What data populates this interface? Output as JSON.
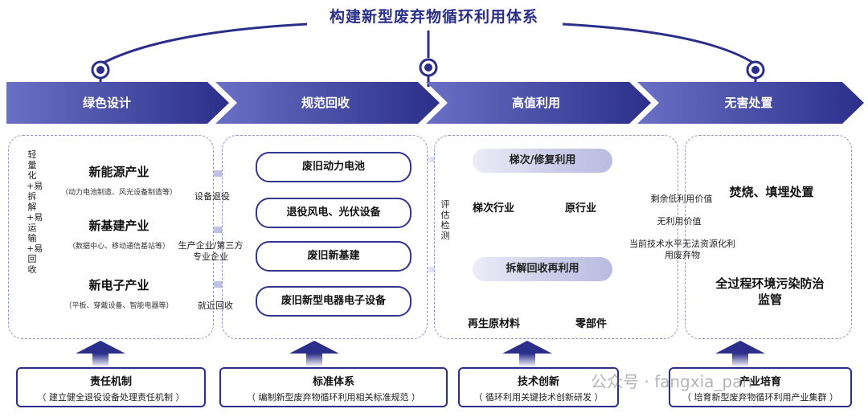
{
  "title": "构建新型废弃物循环利用体系",
  "stages": [
    "绿色设计",
    "规范回收",
    "高值利用",
    "无害处置"
  ],
  "design": {
    "vertical_text": "轻量化+易拆解+易运输+易回收",
    "industries": [
      {
        "name": "新能源产业",
        "sub": "（动力电池制造、风光设备制造等）"
      },
      {
        "name": "新基建产业",
        "sub": "（数据中心、移动通信基站等）"
      },
      {
        "name": "新电子产业",
        "sub": "（平板、穿戴设备、智能电器等）"
      }
    ],
    "arrow_labels": [
      "设备退役",
      "生产企业/第三方专业企业",
      "就近回收"
    ]
  },
  "recycle": {
    "items": [
      "废旧动力电池",
      "退役风电、光伏设备",
      "废旧新基建",
      "废旧新型电器电子设备"
    ]
  },
  "utilize": {
    "evaluate": "评估检测",
    "cascade": "梯次/修复利用",
    "cascade_children": [
      "梯次行业",
      "原行业"
    ],
    "dismantle": "拆解回收再利用",
    "dismantle_children": [
      "再生原材料",
      "零部件"
    ]
  },
  "dispose": {
    "labels": [
      "剩余低利用价值",
      "无利用价值",
      "当前技术水平无法资源化利用废弃物"
    ],
    "incineration": "焚烧、填埋处置",
    "monitoring": "全过程环境污染防治监管"
  },
  "foundations": [
    {
      "title": "责任机制",
      "desc": "（ 建立健全退役设备处理责任机制 ）"
    },
    {
      "title": "标准体系",
      "desc": "（ 编制新型废弃物循环利用相关标准规范 ）"
    },
    {
      "title": "技术创新",
      "desc": "（ 循环利用关键技术创新研发 ）"
    },
    {
      "title": "产业培育",
      "desc": "（ 培育新型废弃物循环利用产业集群 ）"
    }
  ],
  "watermark": "公众号 · fangxia_pan",
  "colors": {
    "primary": "#2b2f8a",
    "chevron_light": "#6a70c4",
    "panel_border": "#8e93c8",
    "plus": "#c9cbe8"
  }
}
